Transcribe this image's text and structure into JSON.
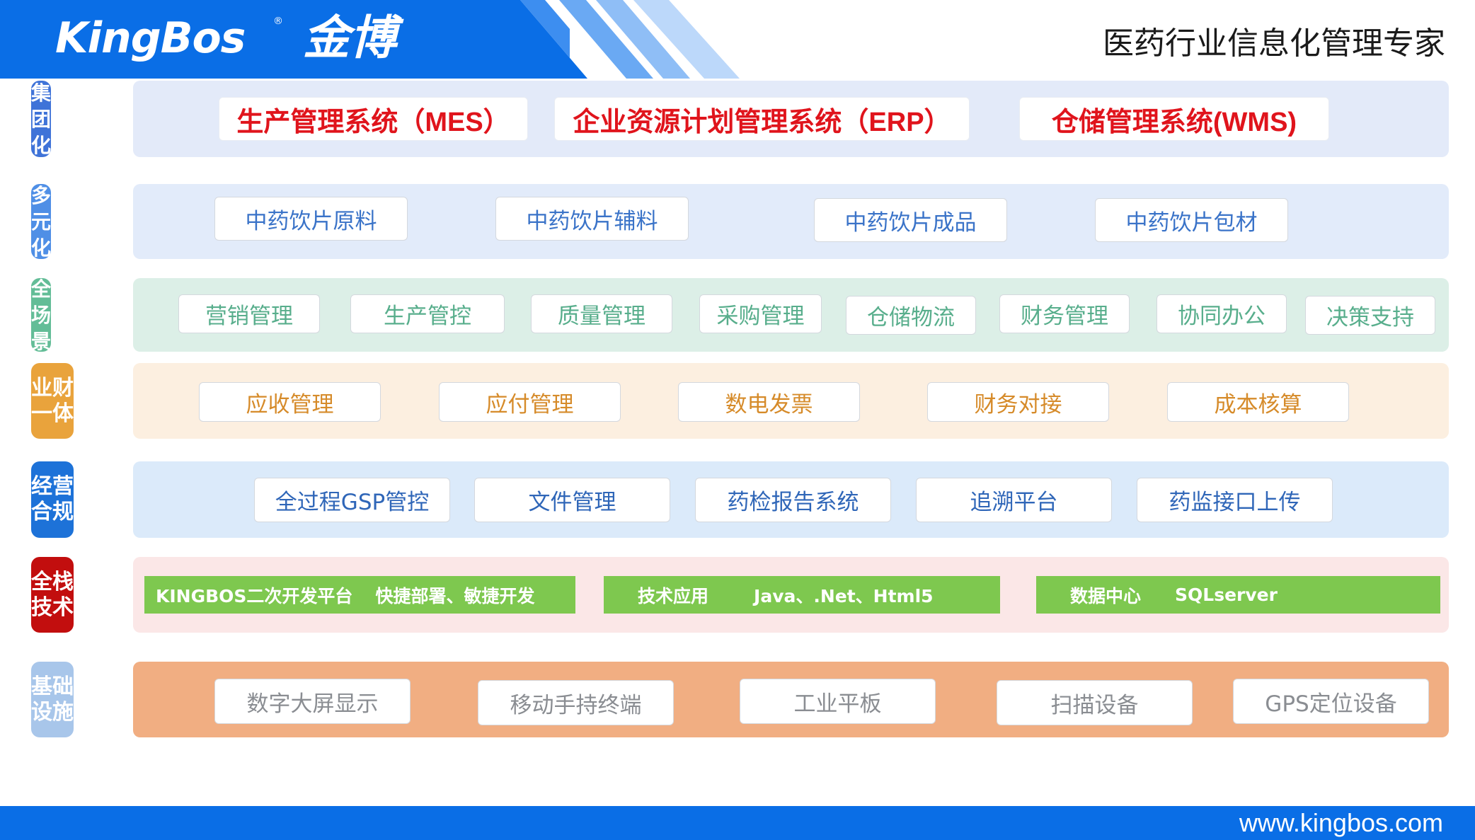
{
  "header": {
    "logo_en": "KingBos",
    "logo_reg": "®",
    "logo_cn": "金博",
    "tagline": "医药行业信息化管理专家"
  },
  "rows": {
    "group": {
      "label": "集\n团\n化",
      "items": [
        "生产管理系统（MES）",
        "企业资源计划管理系统（ERP）",
        "仓储管理系统(WMS)"
      ]
    },
    "diverse": {
      "label": "多\n元\n化",
      "items": [
        "中药饮片原料",
        "中药饮片辅料",
        "中药饮片成品",
        "中药饮片包材"
      ]
    },
    "scene": {
      "label": "全\n场\n景",
      "items": [
        "营销管理",
        "生产管控",
        "质量管理",
        "采购管理",
        "仓储物流",
        "财务管理",
        "协同办公",
        "决策支持"
      ]
    },
    "finance": {
      "label": "业财\n一体",
      "items": [
        "应收管理",
        "应付管理",
        "数电发票",
        "财务对接",
        "成本核算"
      ]
    },
    "compliance": {
      "label": "经营\n合规",
      "items": [
        "全过程GSP管控",
        "文件管理",
        "药检报告系统",
        "追溯平台",
        "药监接口上传"
      ]
    },
    "stack": {
      "label": "全栈\n技术",
      "items": [
        {
          "name": "KINGBOS二次开发平台",
          "detail": "快捷部署、敏捷开发"
        },
        {
          "name": "技术应用",
          "detail": "Java、.Net、Html5"
        },
        {
          "name": "数据中心",
          "detail": "SQLserver"
        }
      ]
    },
    "infra": {
      "label": "基础\n设施",
      "items": [
        "数字大屏显示",
        "移动手持终端",
        "工业平板",
        "扫描设备",
        "GPS定位设备"
      ]
    }
  },
  "colors": {
    "brand_blue": "#0a6ee6",
    "group_label": "#3f73d8",
    "diverse_label": "#4f8fe6",
    "scene_label": "#63bd97",
    "finance_label": "#e9a33c",
    "compliance_label": "#1d72d8",
    "stack_label": "#c20e0e",
    "infra_label": "#a8c6ea",
    "stack_bar": "#7ec84f"
  },
  "footer": {
    "url": "www.kingbos.com"
  }
}
